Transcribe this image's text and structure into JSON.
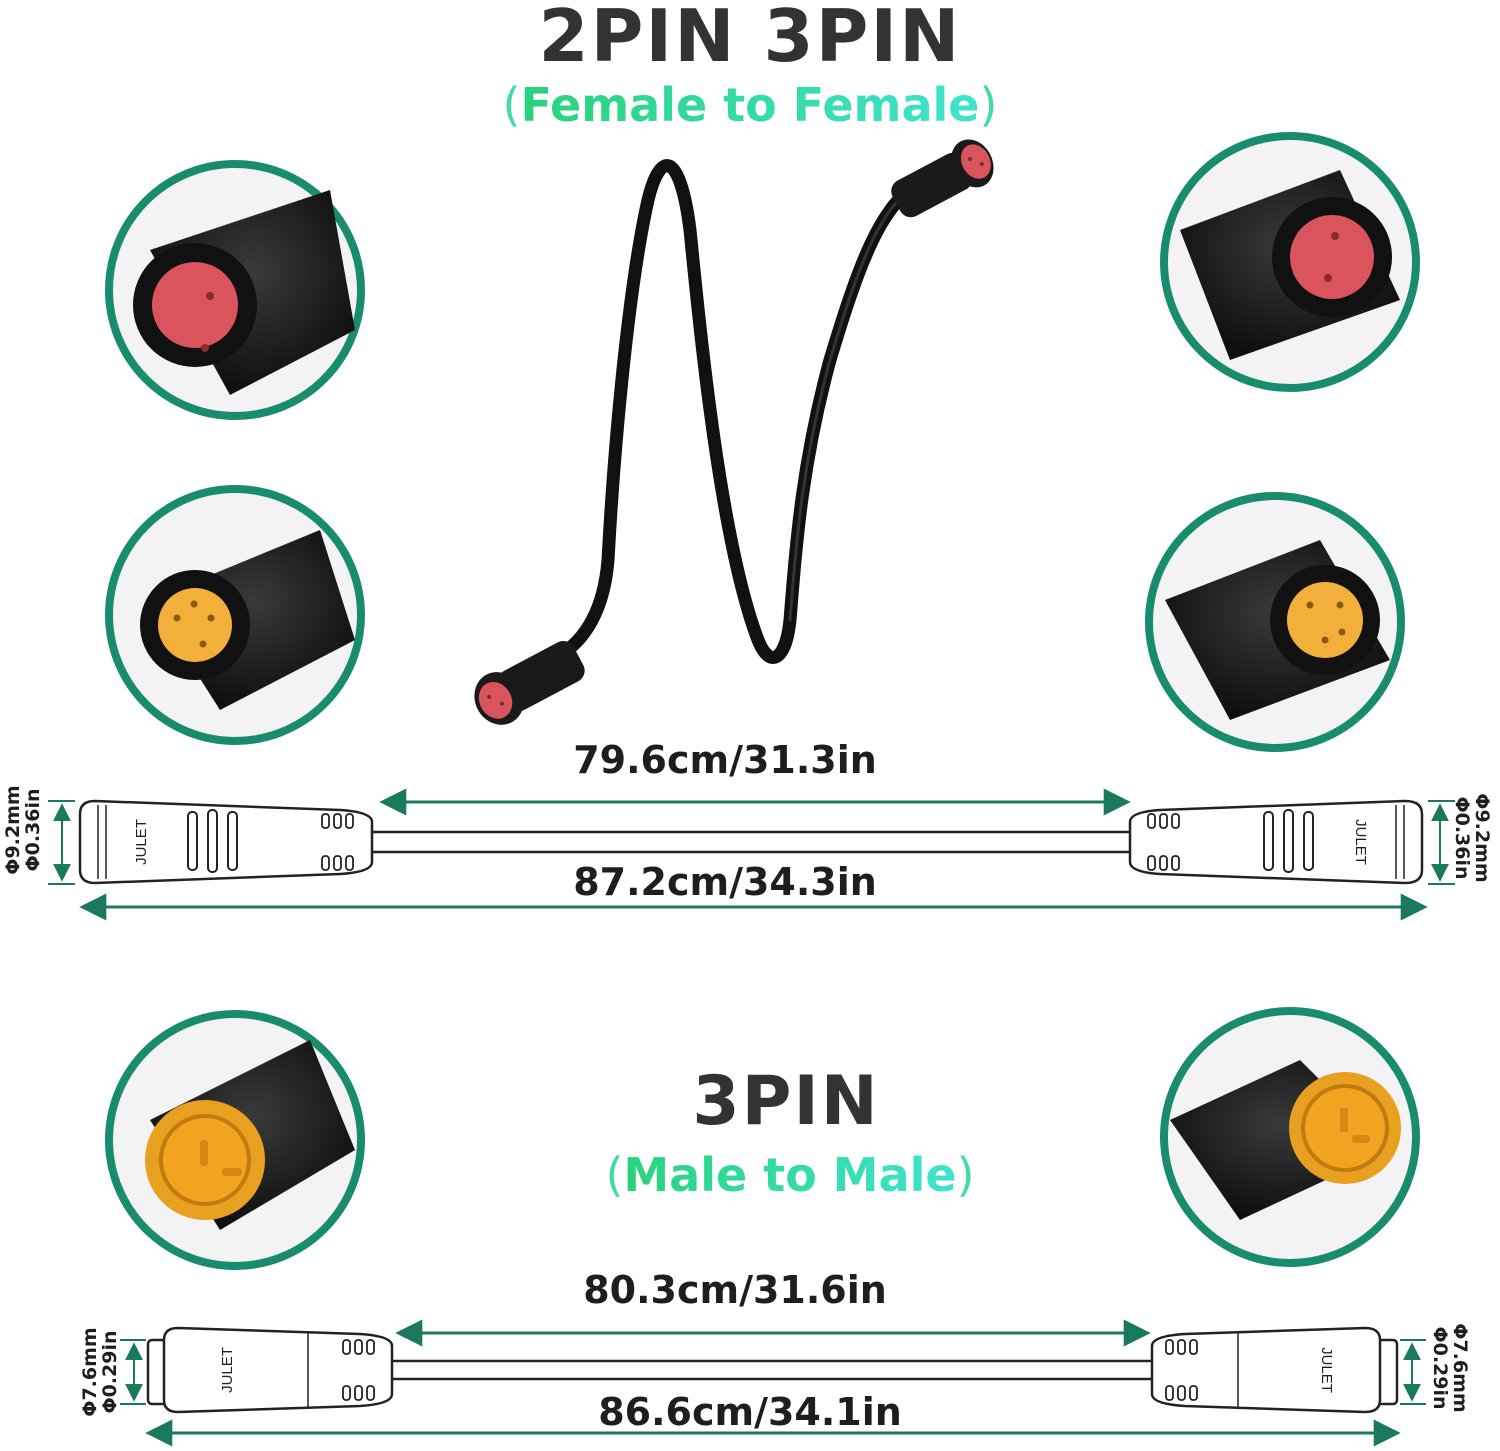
{
  "section1": {
    "title": "2PIN 3PIN",
    "subtitle_open": "(",
    "subtitle_text": "Female to Female",
    "subtitle_close": ")",
    "inner_length": "79.6cm/31.3in",
    "total_length": "87.2cm/34.3in",
    "diameter_mm": "Φ9.2mm",
    "diameter_in": "Φ0.36in",
    "brand": "JULET"
  },
  "section2": {
    "title": "3PIN",
    "subtitle_open": "(",
    "subtitle_text": "Male to Male",
    "subtitle_close": ")",
    "inner_length": "80.3cm/31.6in",
    "total_length": "86.6cm/34.1in",
    "diameter_mm": "Φ7.6mm",
    "diameter_in": "Φ0.29in",
    "brand": "JULET"
  },
  "colors": {
    "ring": "#1a8c6e",
    "arrow": "#1b7a5e",
    "female_2pin": "#d9545c",
    "female_3pin": "#f2b03a",
    "male_3pin": "#f2a31f"
  },
  "icons": {
    "circle_top_left": "2pin-female-connector-icon",
    "circle_mid_left": "3pin-female-connector-icon",
    "circle_top_right": "2pin-female-connector-icon",
    "circle_mid_right": "3pin-female-connector-icon",
    "circle_bottom_left": "3pin-male-connector-icon",
    "circle_bottom_right": "3pin-male-connector-icon"
  }
}
